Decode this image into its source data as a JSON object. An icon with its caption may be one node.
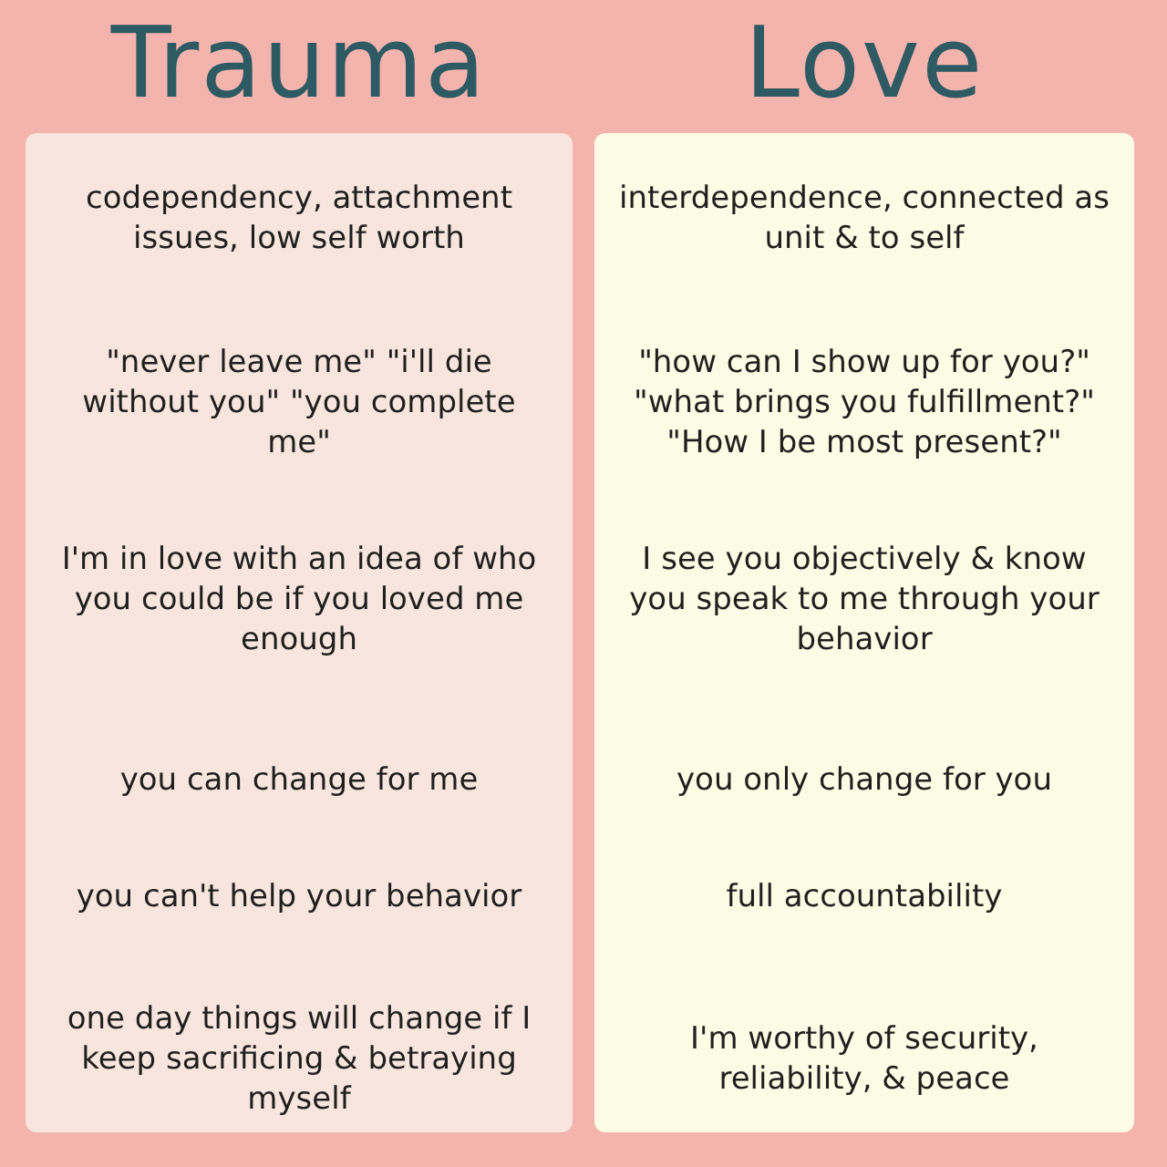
{
  "diagram": {
    "nodes": [
      {
        "text": [
          "Trauma",
          "codependency, attachment issues, low self worth",
          "\"never leave me\" \"i'll die without you\" \"you complete me\"",
          "I'm in love with an idea of who you could be if you loved me enough",
          "you can change for me",
          "you can't help your behavior",
          "one day things will change if I keep sacrificing & betraying myself"
        ]
      },
      {
        "text": [
          "Love",
          "interdependence, connected as unit & to self",
          "\"how can I show up for you?\" \"what brings you fulfillment?\" \"How I be most present?\"",
          "I see you objectively & know you speak to me through your behavior",
          "you only change for you",
          "full accountability",
          "I'm worthy of security, reliability, & peace"
        ]
      }
    ]
  }
}
